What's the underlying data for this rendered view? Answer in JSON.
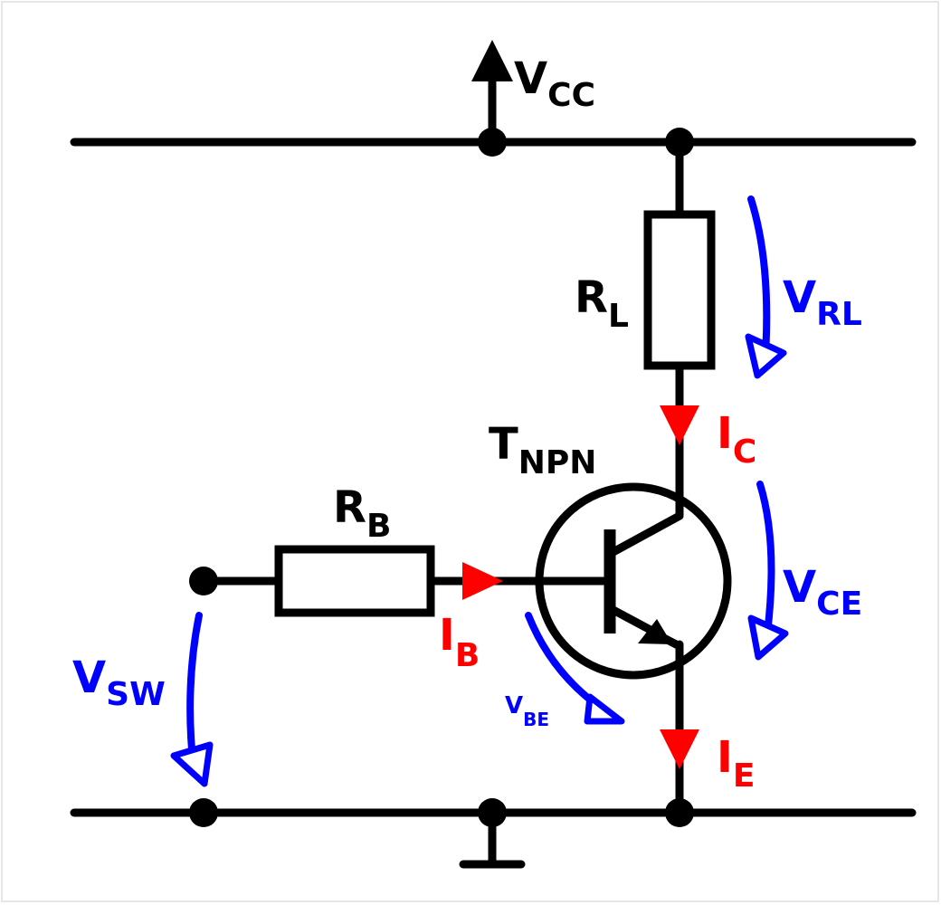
{
  "labels": {
    "vcc": {
      "main": "V",
      "sub": "CC"
    },
    "rl": {
      "main": "R",
      "sub": "L"
    },
    "rb": {
      "main": "R",
      "sub": "B"
    },
    "tnpn": {
      "main": "T",
      "sub": "NPN"
    },
    "vrl": {
      "main": "V",
      "sub": "RL"
    },
    "vce": {
      "main": "V",
      "sub": "CE"
    },
    "vsw": {
      "main": "V",
      "sub": "SW"
    },
    "vbe": {
      "main": "V",
      "sub": "BE"
    },
    "ic": {
      "main": "I",
      "sub": "C"
    },
    "ib": {
      "main": "I",
      "sub": "B"
    },
    "ie": {
      "main": "I",
      "sub": "E"
    }
  },
  "colors": {
    "wire": "#000000",
    "voltage_arrow": "#0000ff",
    "current_arrow": "#ff0000"
  }
}
